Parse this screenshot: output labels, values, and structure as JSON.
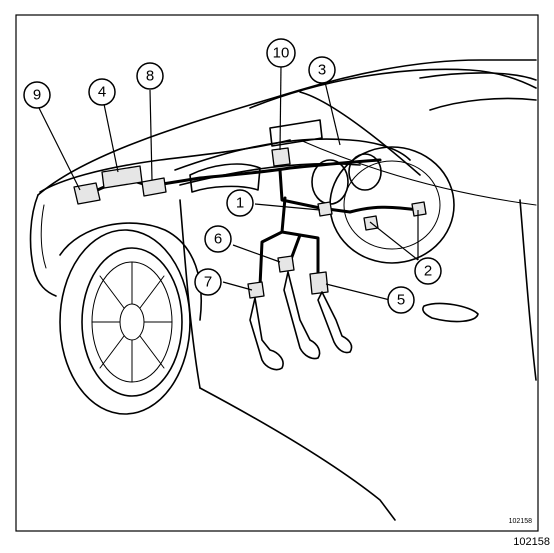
{
  "diagram": {
    "callouts": [
      {
        "id": "1",
        "label": "1"
      },
      {
        "id": "2",
        "label": "2"
      },
      {
        "id": "3",
        "label": "3"
      },
      {
        "id": "4",
        "label": "4"
      },
      {
        "id": "5",
        "label": "5"
      },
      {
        "id": "6",
        "label": "6"
      },
      {
        "id": "7",
        "label": "7"
      },
      {
        "id": "8",
        "label": "8"
      },
      {
        "id": "9",
        "label": "9"
      },
      {
        "id": "10",
        "label": "10"
      }
    ],
    "inner_ref": "102158",
    "footer_ref": "102158"
  }
}
